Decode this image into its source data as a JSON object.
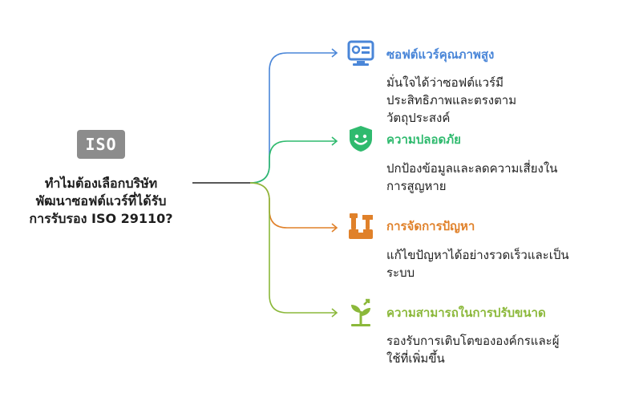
{
  "center": {
    "badge": "ISO",
    "question": "ทำไมต้องเลือกบริษัท\nพัฒนาซอฟต์แวร์ที่ได้รับ\nการรับรอง ISO 29110?"
  },
  "branches": [
    {
      "title": "ซอฟต์แวร์คุณภาพสูง",
      "description": "มั่นใจได้ว่าซอฟต์แวร์มี\nประสิทธิภาพและตรงตาม\nวัตถุประสงค์",
      "color": "#4a86d8",
      "icon": "settings-monitor-icon"
    },
    {
      "title": "ความปลอดภัย",
      "description": "ปกป้องข้อมูลและลดความเสี่ยงใน\nการสูญหาย",
      "color": "#2fba6e",
      "icon": "shield-smile-icon"
    },
    {
      "title": "การจัดการปัญหา",
      "description": "แก้ไขปัญหาได้อย่างรวดเร็วและเป็น\nระบบ",
      "color": "#e0812a",
      "icon": "tools-icon"
    },
    {
      "title": "ความสามารถในการปรับขนาด",
      "description": "รองรับการเติบโตขององค์กรและผู้\nใช้ที่เพิ่มขึ้น",
      "color": "#8bb83a",
      "icon": "growth-sprout-icon"
    }
  ]
}
